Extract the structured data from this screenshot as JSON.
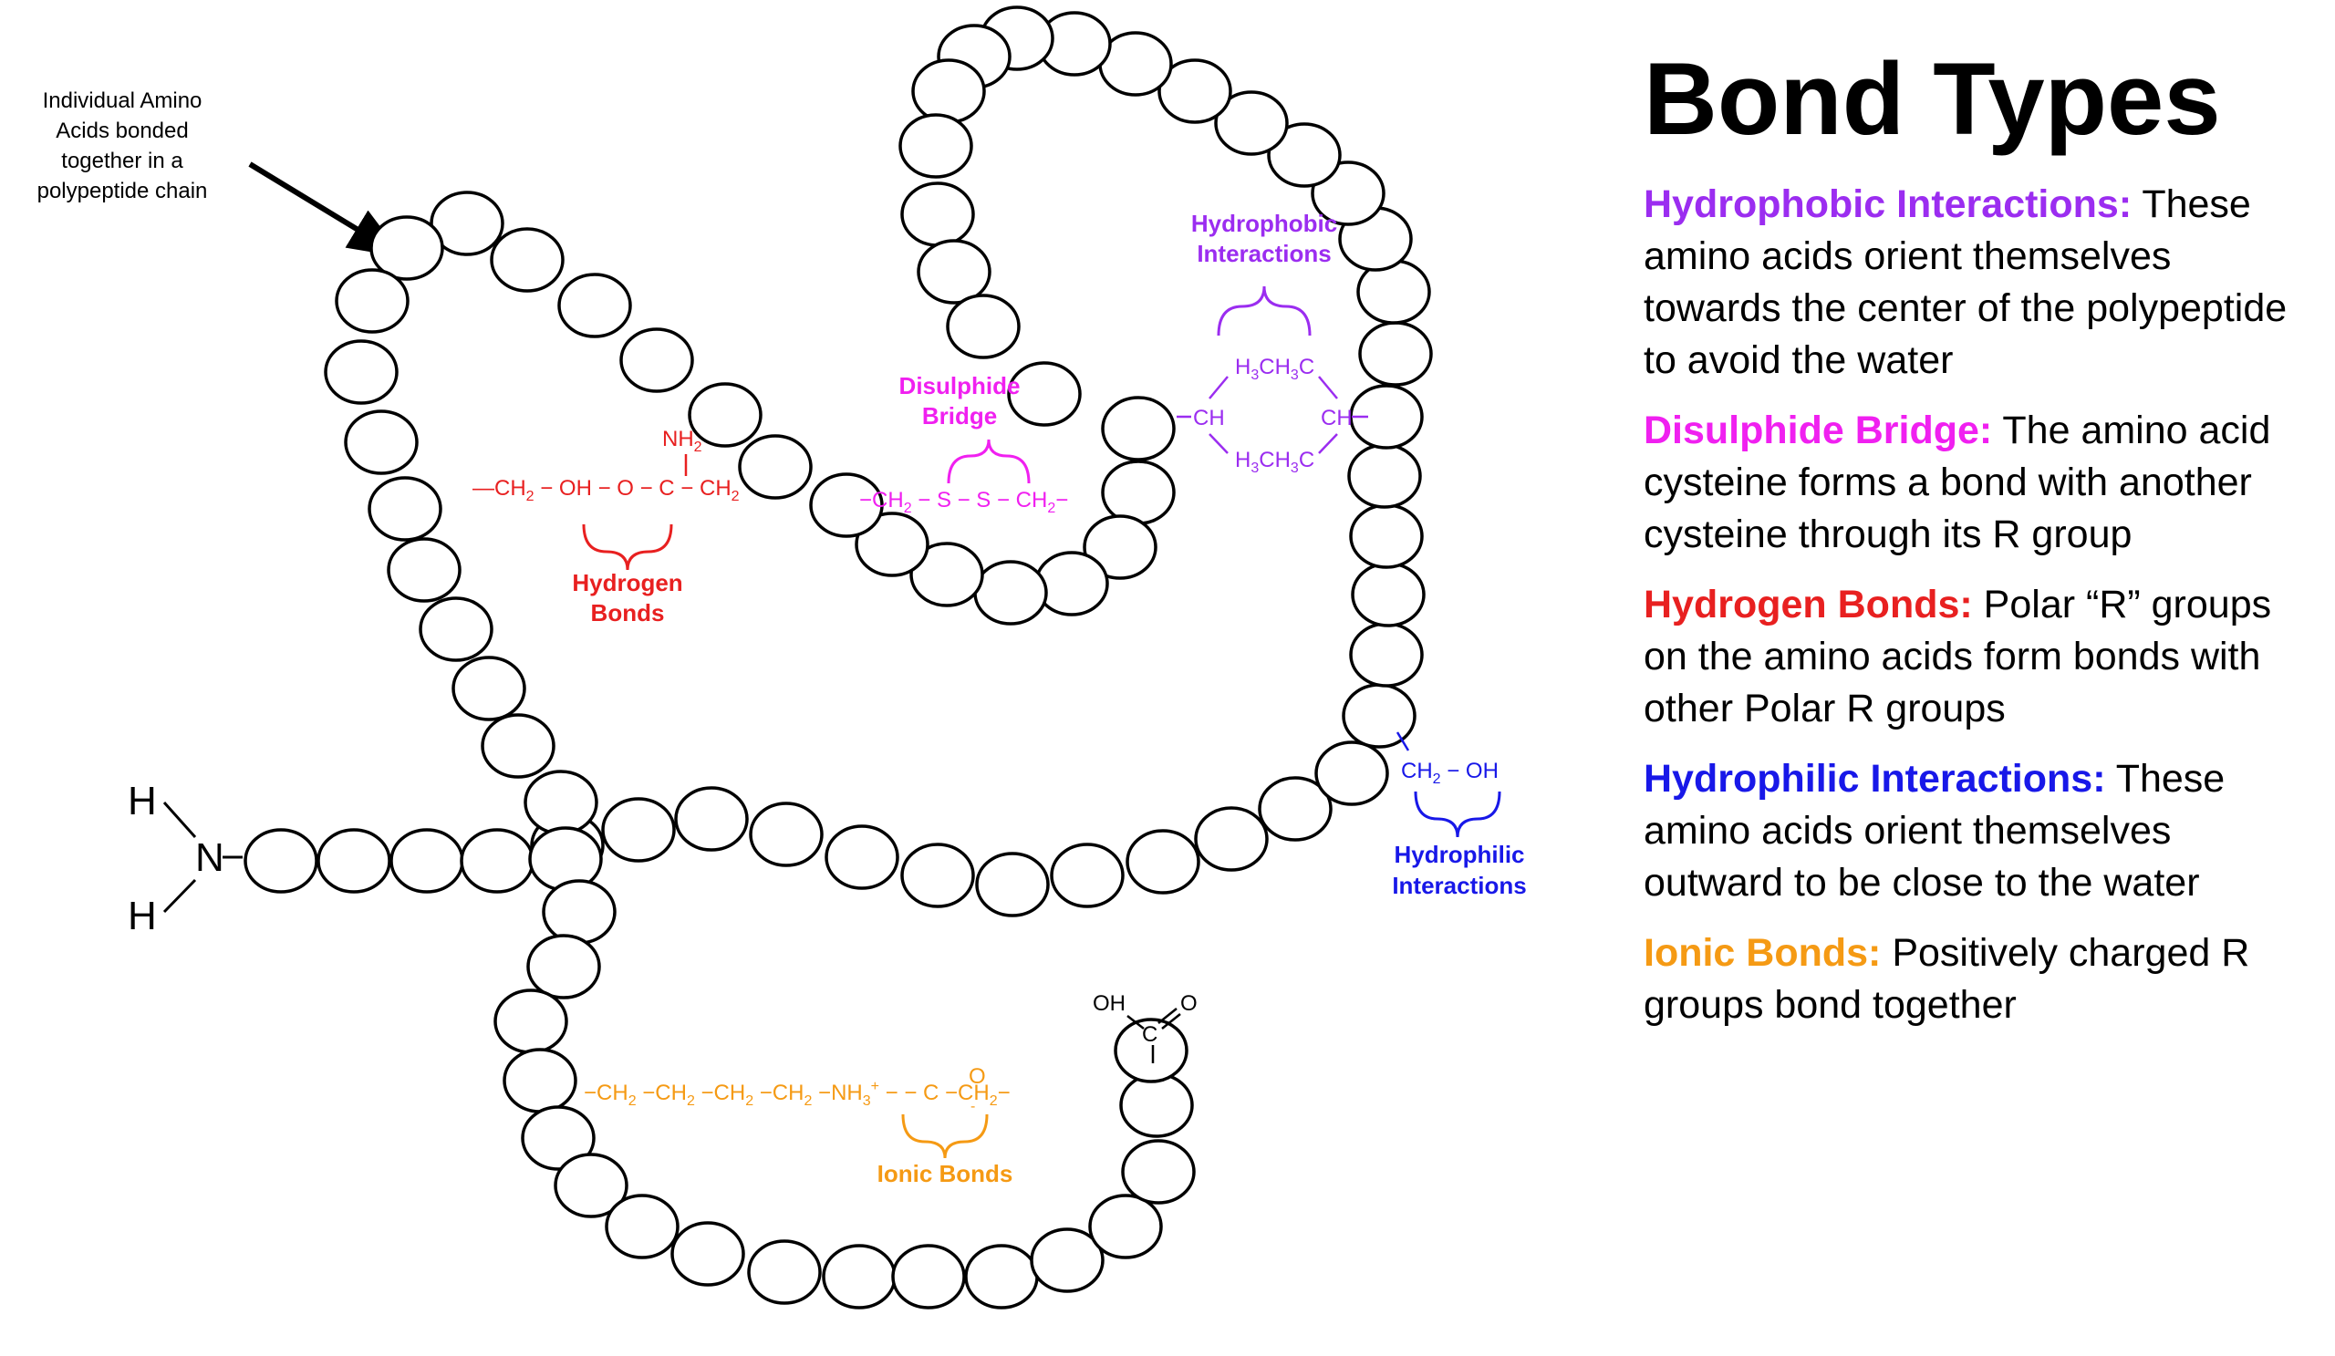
{
  "title": "Bond Types",
  "colors": {
    "hydrophobic": "#9B2DF0",
    "disulphide": "#F020F0",
    "hydrogen": "#E82020",
    "hydrophilic": "#1818E8",
    "ionic": "#F59A14"
  },
  "legend": [
    {
      "key": "hydrophobic",
      "title": "Hydrophobic Interactions:",
      "text": "These amino acids orient themselves towards the center of the polypeptide to avoid the water"
    },
    {
      "key": "disulphide",
      "title": "Disulphide Bridge:",
      "text": "The amino acid cysteine forms a bond with another cysteine through its R group"
    },
    {
      "key": "hydrogen",
      "title": "Hydrogen Bonds:",
      "text": "Polar “R” groups on the amino acids form bonds with other Polar R groups"
    },
    {
      "key": "hydrophilic",
      "title": "Hydrophilic Interactions:",
      "text": "These amino acids orient themselves outward to be close to the water"
    },
    {
      "key": "ionic",
      "title": "Ionic Bonds:",
      "text": "Positively charged R groups bond together"
    }
  ],
  "diagram": {
    "callout": [
      "Individual Amino",
      "Acids bonded",
      "together in a",
      "polypeptide chain"
    ],
    "amine": {
      "h_top": "H",
      "n": "N",
      "h_bottom": "H"
    },
    "labels": {
      "hydrogen": [
        "Hydrogen",
        "Bonds"
      ],
      "disulphide": [
        "Disulphide",
        "Bridge"
      ],
      "hydrophobic": [
        "Hydrophobic",
        "Interactions"
      ],
      "hydrophilic": [
        "Hydrophilic",
        "Interactions"
      ],
      "ionic": [
        "Ionic Bonds"
      ]
    },
    "carboxyl": {
      "oh": "OH",
      "o": "O",
      "c": "C"
    }
  }
}
